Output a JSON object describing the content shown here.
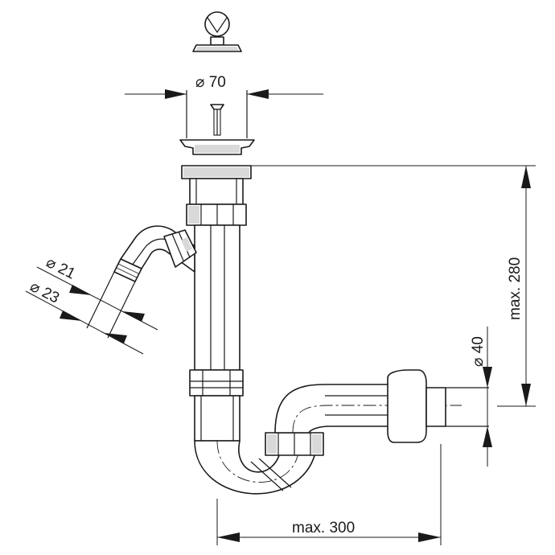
{
  "diagram": {
    "labels": {
      "diameter_70": "⌀ 70",
      "diameter_21": "⌀ 21",
      "diameter_23": "⌀ 23",
      "diameter_40": "⌀ 40",
      "max_280": "max. 280",
      "max_300": "max. 300"
    }
  }
}
